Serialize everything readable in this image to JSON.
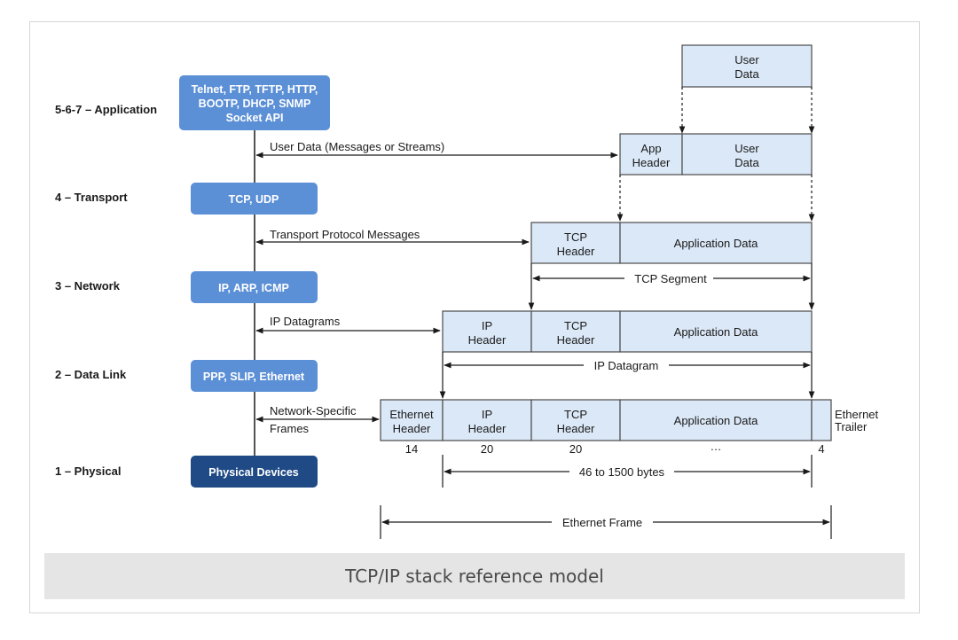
{
  "layers": [
    {
      "label": "5-6-7 – Application",
      "protocol_lines": [
        "Telnet, FTP, TFTP, HTTP,",
        "BOOTP, DHCP, SNMP",
        "Socket API"
      ]
    },
    {
      "label": "4 – Transport",
      "protocol_lines": [
        "TCP, UDP"
      ]
    },
    {
      "label": "3 – Network",
      "protocol_lines": [
        "IP, ARP, ICMP"
      ]
    },
    {
      "label": "2 – Data Link",
      "protocol_lines": [
        "PPP, SLIP, Ethernet"
      ]
    },
    {
      "label": "1 – Physical",
      "protocol_lines": [
        "Physical Devices"
      ]
    }
  ],
  "messages": [
    {
      "lines": [
        "User Data (Messages or Streams)"
      ]
    },
    {
      "lines": [
        "Transport Protocol Messages"
      ]
    },
    {
      "lines": [
        "IP Datagrams"
      ]
    },
    {
      "lines": [
        "Network-Specific",
        "Frames"
      ]
    }
  ],
  "cells": {
    "user_data": [
      "User",
      "Data"
    ],
    "app_header": [
      "App",
      "Header"
    ],
    "tcp_header": [
      "TCP",
      "Header"
    ],
    "ip_header": [
      "IP",
      "Header"
    ],
    "eth_header": [
      "Ethernet",
      "Header"
    ],
    "application_data": [
      "Application Data"
    ],
    "eth_trailer": [
      "Ethernet",
      "Trailer"
    ]
  },
  "spans": {
    "tcp_segment": "TCP Segment",
    "ip_datagram": "IP Datagram",
    "payload_bytes": "46 to 1500 bytes",
    "ethernet_frame": "Ethernet Frame"
  },
  "byte_labels": {
    "eth_header": "14",
    "ip_header": "20",
    "tcp_header": "20",
    "app_data": "…",
    "trailer": "4"
  },
  "caption": "TCP/IP stack reference model",
  "colors": {
    "protocol_box": "#5b8fd6",
    "physical_box": "#1f4a85",
    "cell_fill": "#dbe8f7",
    "cell_stroke": "#4a4a4a"
  }
}
